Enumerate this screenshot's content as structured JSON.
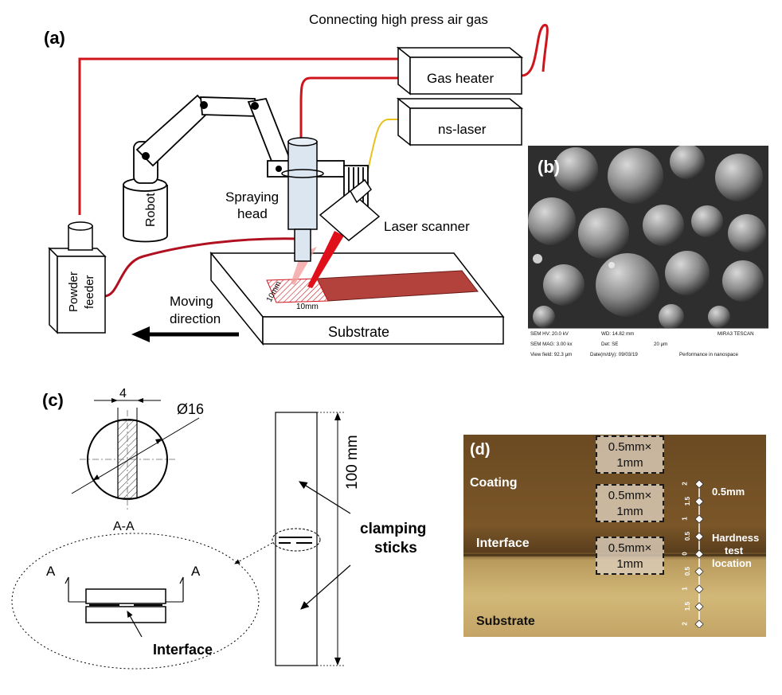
{
  "panels": {
    "a": {
      "letter": "(a)",
      "gas_inlet": "Connecting high press air gas",
      "gas_heater": "Gas heater",
      "ns_laser": "ns-laser",
      "robot": "Robot",
      "spraying_head_line1": "Spraying",
      "spraying_head_line2": "head",
      "laser_scanner": "Laser scanner",
      "powder_feeder_line1": "Powder",
      "powder_feeder_line2": "feeder",
      "moving_line1": "Moving",
      "moving_line2": "direction",
      "substrate": "Substrate",
      "dim_10mm_a": "10mm",
      "dim_10mm_b": "10mm"
    },
    "b": {
      "letter": "(b)",
      "info": {
        "hv": "SEM HV: 20.0 kV",
        "wd": "WD: 14.82 mm",
        "brand": "MIRA3 TESCAN",
        "mag": "SEM MAG: 3.00 kx",
        "det": "Det: SE",
        "scale": "20 μm",
        "view": "View field: 92.3 μm",
        "date": "Date(m/d/y): 09/03/19",
        "perf": "Performance in nanospace"
      }
    },
    "c": {
      "letter": "(c)",
      "dim_4": "4",
      "dim_phi16": "Ø16",
      "section": "A-A",
      "dim_100": "100 mm",
      "clamping_line1": "clamping",
      "clamping_line2": "sticks",
      "a_left": "A",
      "a_right": "A",
      "interface": "Interface"
    },
    "d": {
      "letter": "(d)",
      "coating": "Coating",
      "interface": "Interface",
      "substrate": "Substrate",
      "box_line1": "0.5mm×",
      "box_line2": "1mm",
      "spacing": "0.5mm",
      "hardness_line1": "Hardness",
      "hardness_line2": "test",
      "hardness_line3": "location",
      "scale_ticks": [
        "2",
        "1.5",
        "1",
        "0.5",
        "0",
        "0.5",
        "1",
        "1.5",
        "2"
      ]
    }
  },
  "colors": {
    "red_line": "#d0141c",
    "yellow_line": "#e8c020",
    "track": "#b3423c",
    "cylinder": "#dbe6f0"
  }
}
